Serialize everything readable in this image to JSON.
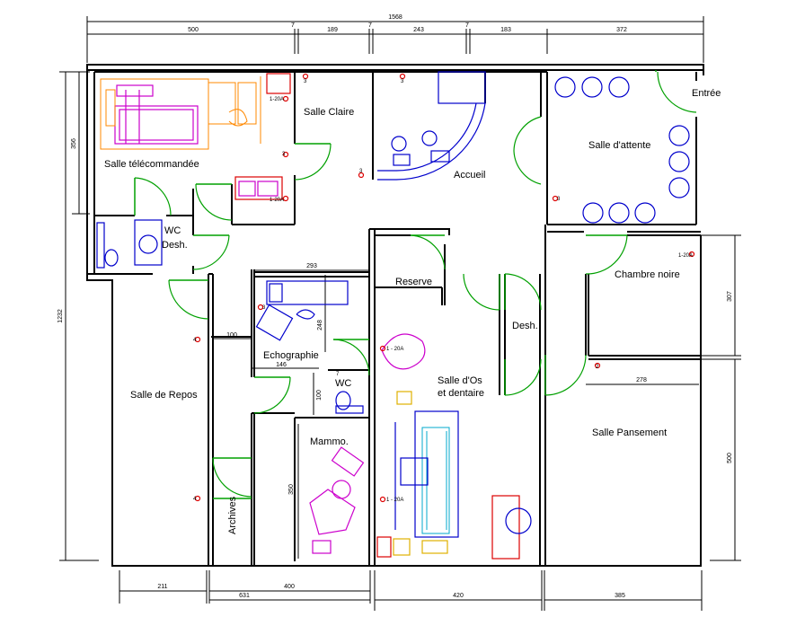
{
  "dimensions": {
    "total_top": "1568",
    "top": [
      "500",
      "7",
      "189",
      "7",
      "243",
      "7",
      "183",
      "372"
    ],
    "left_total": "1232",
    "left_top": "356",
    "bottom": [
      "211",
      "400",
      "631",
      "420",
      "385"
    ],
    "right": [
      "307",
      "500"
    ],
    "interior": [
      "293",
      "248",
      "100",
      "146",
      "100",
      "278",
      "350"
    ]
  },
  "rooms": {
    "salle_telecommandee": "Salle télécommandée",
    "salle_claire": "Salle Claire",
    "accueil": "Accueil",
    "entree": "Entrée",
    "salle_attente": "Salle d'attente",
    "wc1": "WC",
    "desh1": "Desh.",
    "chambre_noire": "Chambre noire",
    "reserve": "Reserve",
    "desh2": "Desh.",
    "echographie": "Echographie",
    "salle_repos": "Salle de Repos",
    "wc2": "WC",
    "salle_os_1": "Salle d'Os",
    "salle_os_2": "et dentaire",
    "salle_pansement": "Salle Pansement",
    "mammo": "Mammo.",
    "archives": "Archives"
  },
  "tags": {
    "t120a_1": "1-20A",
    "t120a_2": "1-20A",
    "t120a_3": "1-20A",
    "t120a_4": "1 - 20A",
    "t120a_5": "1 - 20A",
    "n3a": "3",
    "n3b": "3",
    "n3c": "3",
    "n3d": "3",
    "n3e": "3",
    "n3f": "3",
    "n4a": "4",
    "n4b": "4",
    "n2": "2",
    "n7": "7"
  },
  "colors": {
    "wall": "#000000",
    "door": "#00a000",
    "equipment_blue": "#0000cc",
    "equipment_magenta": "#cc00cc",
    "equipment_orange": "#ff8800",
    "electric_red": "#dd0000",
    "chair_yellow": "#e0b000"
  }
}
